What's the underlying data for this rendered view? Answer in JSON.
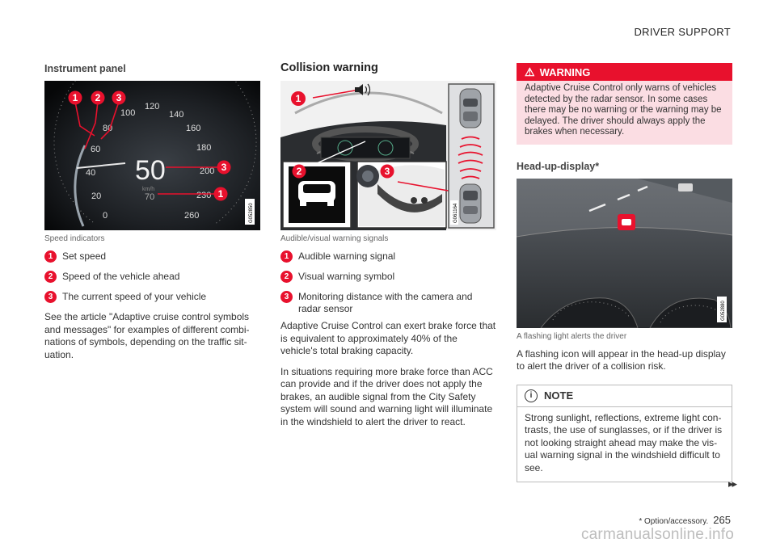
{
  "header": {
    "section": "DRIVER SUPPORT"
  },
  "col1": {
    "heading": "Instrument panel",
    "figure_code": "G052850",
    "speedo": {
      "speed": "50",
      "unit": "km/h",
      "set": "70",
      "ticks": [
        "0",
        "20",
        "40",
        "60",
        "80",
        "100",
        "120",
        "140",
        "160",
        "180",
        "200",
        "230",
        "260"
      ]
    },
    "callouts": [
      "1",
      "2",
      "3",
      "3",
      "1"
    ],
    "caption": "Speed indicators",
    "items": [
      {
        "num": "1",
        "text": "Set speed"
      },
      {
        "num": "2",
        "text": "Speed of the vehicle ahead"
      },
      {
        "num": "3",
        "text": "The current speed of your vehicle"
      }
    ],
    "paragraph": "See the article \"Adaptive cruise control symbols and messages\" for examples of different combi-nations of symbols, depending on the traffic sit-uation."
  },
  "col2": {
    "heading": "Collision warning",
    "figure_code": "G061164",
    "callouts": [
      "1",
      "2",
      "3"
    ],
    "caption": "Audible/visual warning signals",
    "items": [
      {
        "num": "1",
        "text": "Audible warning signal"
      },
      {
        "num": "2",
        "text": "Visual warning symbol"
      },
      {
        "num": "3",
        "text": "Monitoring distance with the camera and radar sensor"
      }
    ],
    "paragraphs": [
      "Adaptive Cruise Control can exert brake force that is equivalent to approximately 40% of the vehicle's total braking capacity.",
      "In situations requiring more brake force than ACC can provide and if the driver does not apply the brakes, an audible signal from the City Safety system will sound and warning light will illuminate in the windshield to alert the driver to react."
    ]
  },
  "col3": {
    "warning": {
      "title": "WARNING",
      "text": "Adaptive Cruise Control only warns of vehicles detected by the radar sensor. In some cases there may be no warning or the warning may be delayed. The driver should always apply the brakes when necessary."
    },
    "heading": "Head-up-display*",
    "figure_code": "G052880",
    "caption": "A flashing light alerts the driver",
    "paragraph": "A flashing icon will appear in the head-up display to alert the driver of a collision risk.",
    "note": {
      "title": "NOTE",
      "text": "Strong sunlight, reflections, extreme light con-trasts, the use of sunglasses, or if the driver is not looking straight ahead may make the vis-ual warning signal in the windshield difficult to see."
    }
  },
  "footer": {
    "chevrons": "▸▸",
    "footnote": "* Option/accessory.",
    "page": "265"
  },
  "watermark": "carmanualsonline.info",
  "colors": {
    "accent": "#e8112d",
    "warning_bg": "#fbdde3"
  }
}
